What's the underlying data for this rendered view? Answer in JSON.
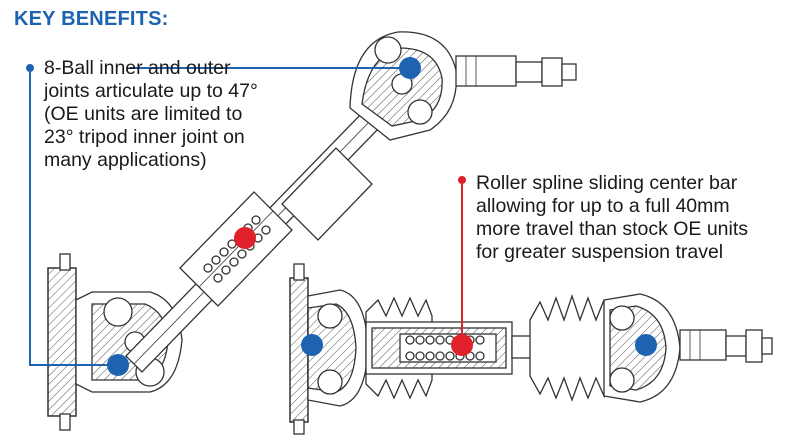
{
  "heading": "KEY BENEFITS:",
  "benefits": [
    {
      "lines": [
        "8-Ball inner and outer",
        "joints articulate up to 47°",
        "(OE units are limited to",
        "23° tripod inner joint on",
        "many applications)"
      ],
      "color": "#1d63b0"
    },
    {
      "lines": [
        "Roller spline sliding center bar",
        "allowing for up to a full 40mm",
        "more travel than stock OE units",
        "for greater suspension travel"
      ],
      "color": "#e0202a"
    }
  ],
  "colors": {
    "accent_blue": "#1d63b0",
    "accent_red": "#e0202a",
    "line_art": "#333333"
  }
}
